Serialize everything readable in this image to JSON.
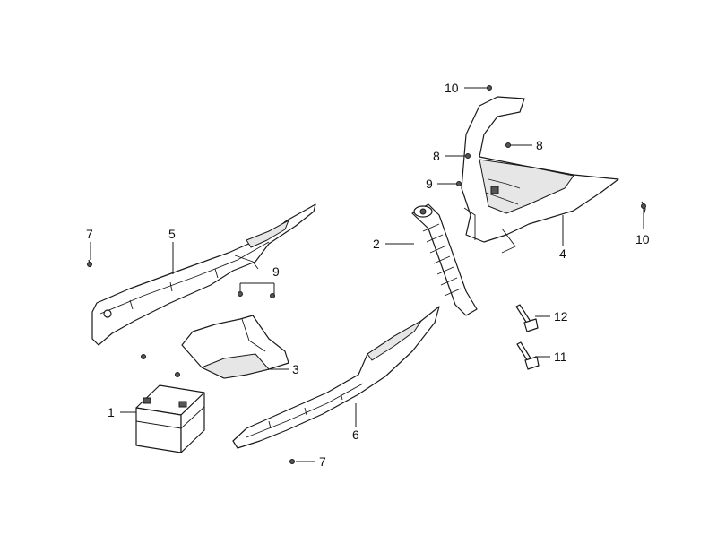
{
  "callouts": {
    "c1": "1",
    "c2": "2",
    "c3": "3",
    "c4": "4",
    "c5": "5",
    "c6": "6",
    "c7a": "7",
    "c7b": "7",
    "c8a": "8",
    "c8b": "8",
    "c9a": "9",
    "c9b": "9",
    "c10a": "10",
    "c10b": "10",
    "c11": "11",
    "c12": "12"
  },
  "colors": {
    "line": "#1a1a1a",
    "background": "#ffffff"
  }
}
